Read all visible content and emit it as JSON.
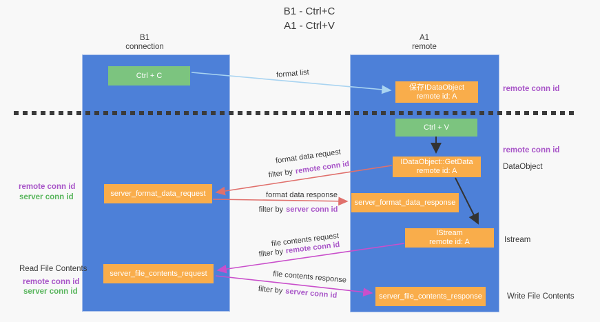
{
  "title": {
    "line1": "B1 - Ctrl+C",
    "line2": "A1 - Ctrl+V"
  },
  "lanes": {
    "left": {
      "name_line1": "B1",
      "name_line2": "connection"
    },
    "right": {
      "name_line1": "A1",
      "name_line2": "remote"
    }
  },
  "nodes": {
    "ctrl_c": {
      "label": "Ctrl + C"
    },
    "saved_idataobject": {
      "line1": "保存IDataObject",
      "line2": "remote id: A"
    },
    "ctrl_v": {
      "label": "Ctrl + V"
    },
    "idataobject_getdata": {
      "line1": "IDataObject::GetData",
      "line2": "remote id: A"
    },
    "server_format_data_request": {
      "label": "server_format_data_request"
    },
    "server_format_data_response": {
      "label": "server_format_data_response"
    },
    "istream": {
      "line1": "IStream",
      "line2": "remote id: A"
    },
    "server_file_contents_request": {
      "label": "server_file_contents_request"
    },
    "server_file_contents_response": {
      "label": "server_file_contents_response"
    }
  },
  "flows": {
    "format_list": {
      "label": "format list"
    },
    "format_data_request": {
      "label": "format data request",
      "filter_prefix": "filter by",
      "filter_key": "remote conn id"
    },
    "format_data_response": {
      "label": "format data response",
      "filter_prefix": "filter by",
      "filter_key": "server conn id"
    },
    "file_contents_request": {
      "label": "file contents request",
      "filter_prefix": "filter by",
      "filter_key": "remote conn id"
    },
    "file_contents_response": {
      "label": "file contents response",
      "filter_prefix": "filter by",
      "filter_key": "server conn id"
    }
  },
  "annotations": {
    "remote_conn_id_top_right": "remote conn id",
    "remote_conn_id_mid_right": "remote conn id",
    "dataobject": "DataObject",
    "istream": "Istream",
    "write_file_contents": "Write File Contents",
    "read_file_contents": "Read File Contents",
    "remote_conn_id_mid_left": "remote conn id",
    "server_conn_id_mid_left": "server conn id",
    "remote_conn_id_bottom_left": "remote conn id",
    "server_conn_id_bottom_left": "server conn id"
  },
  "colors": {
    "lane_blue": "#4d80d8",
    "node_orange": "#f9ad4b",
    "node_green": "#7cc47f",
    "arrow_lightblue": "#a9d4f1",
    "arrow_red": "#e0706c",
    "arrow_magenta": "#c94fcb",
    "arrow_black": "#333333",
    "text_purple": "#a855c8",
    "text_green": "#58b55c",
    "text_dark": "#3c3c3c",
    "background": "#f8f8f8"
  }
}
